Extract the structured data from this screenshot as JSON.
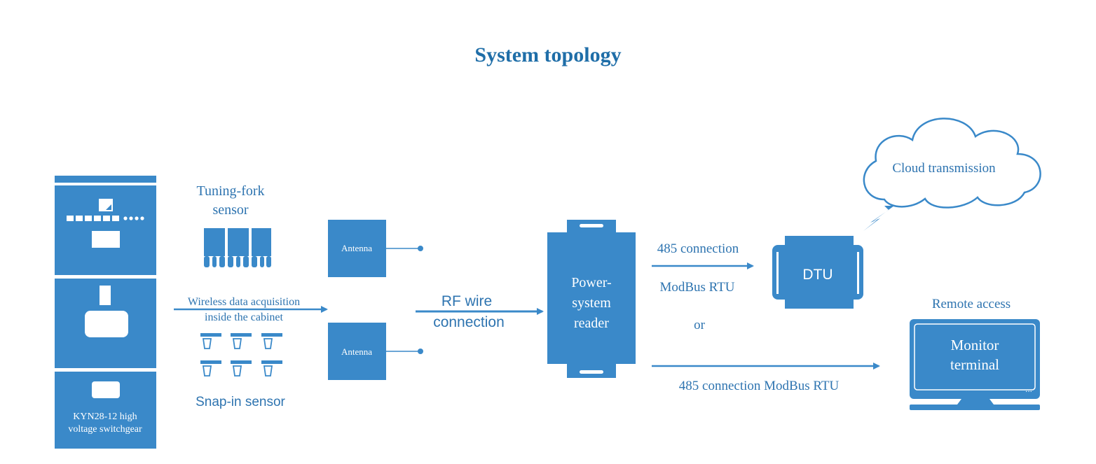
{
  "title": "System topology",
  "colors": {
    "primary": "#3a89c9",
    "title": "#1f6ea8",
    "text": "#2e74b0",
    "white": "#ffffff"
  },
  "switchgear": {
    "label_line1": "KYN28-12 high",
    "label_line2": "voltage switchgear"
  },
  "tuning_fork": {
    "label_line1": "Tuning-fork",
    "label_line2": "sensor"
  },
  "wireless": {
    "line1": "Wireless data acquisition",
    "line2": "inside the cabinet"
  },
  "snap_in": {
    "label": "Snap-in sensor"
  },
  "antennas": [
    {
      "label": "Antenna"
    },
    {
      "label": "Antenna"
    }
  ],
  "rf": {
    "line1": "RF wire",
    "line2": "connection"
  },
  "reader": {
    "line1": "Power-",
    "line2": "system",
    "line3": "reader"
  },
  "upper_link": {
    "line1": "485 connection",
    "line2": "ModBus RTU"
  },
  "or_label": "or",
  "lower_link": {
    "label": "485 connection ModBus RTU"
  },
  "dtu": {
    "label": "DTU"
  },
  "cloud": {
    "label": "Cloud transmission"
  },
  "remote": {
    "label": "Remote access"
  },
  "monitor": {
    "line1": "Monitor",
    "line2": "terminal",
    "dots": "..."
  }
}
